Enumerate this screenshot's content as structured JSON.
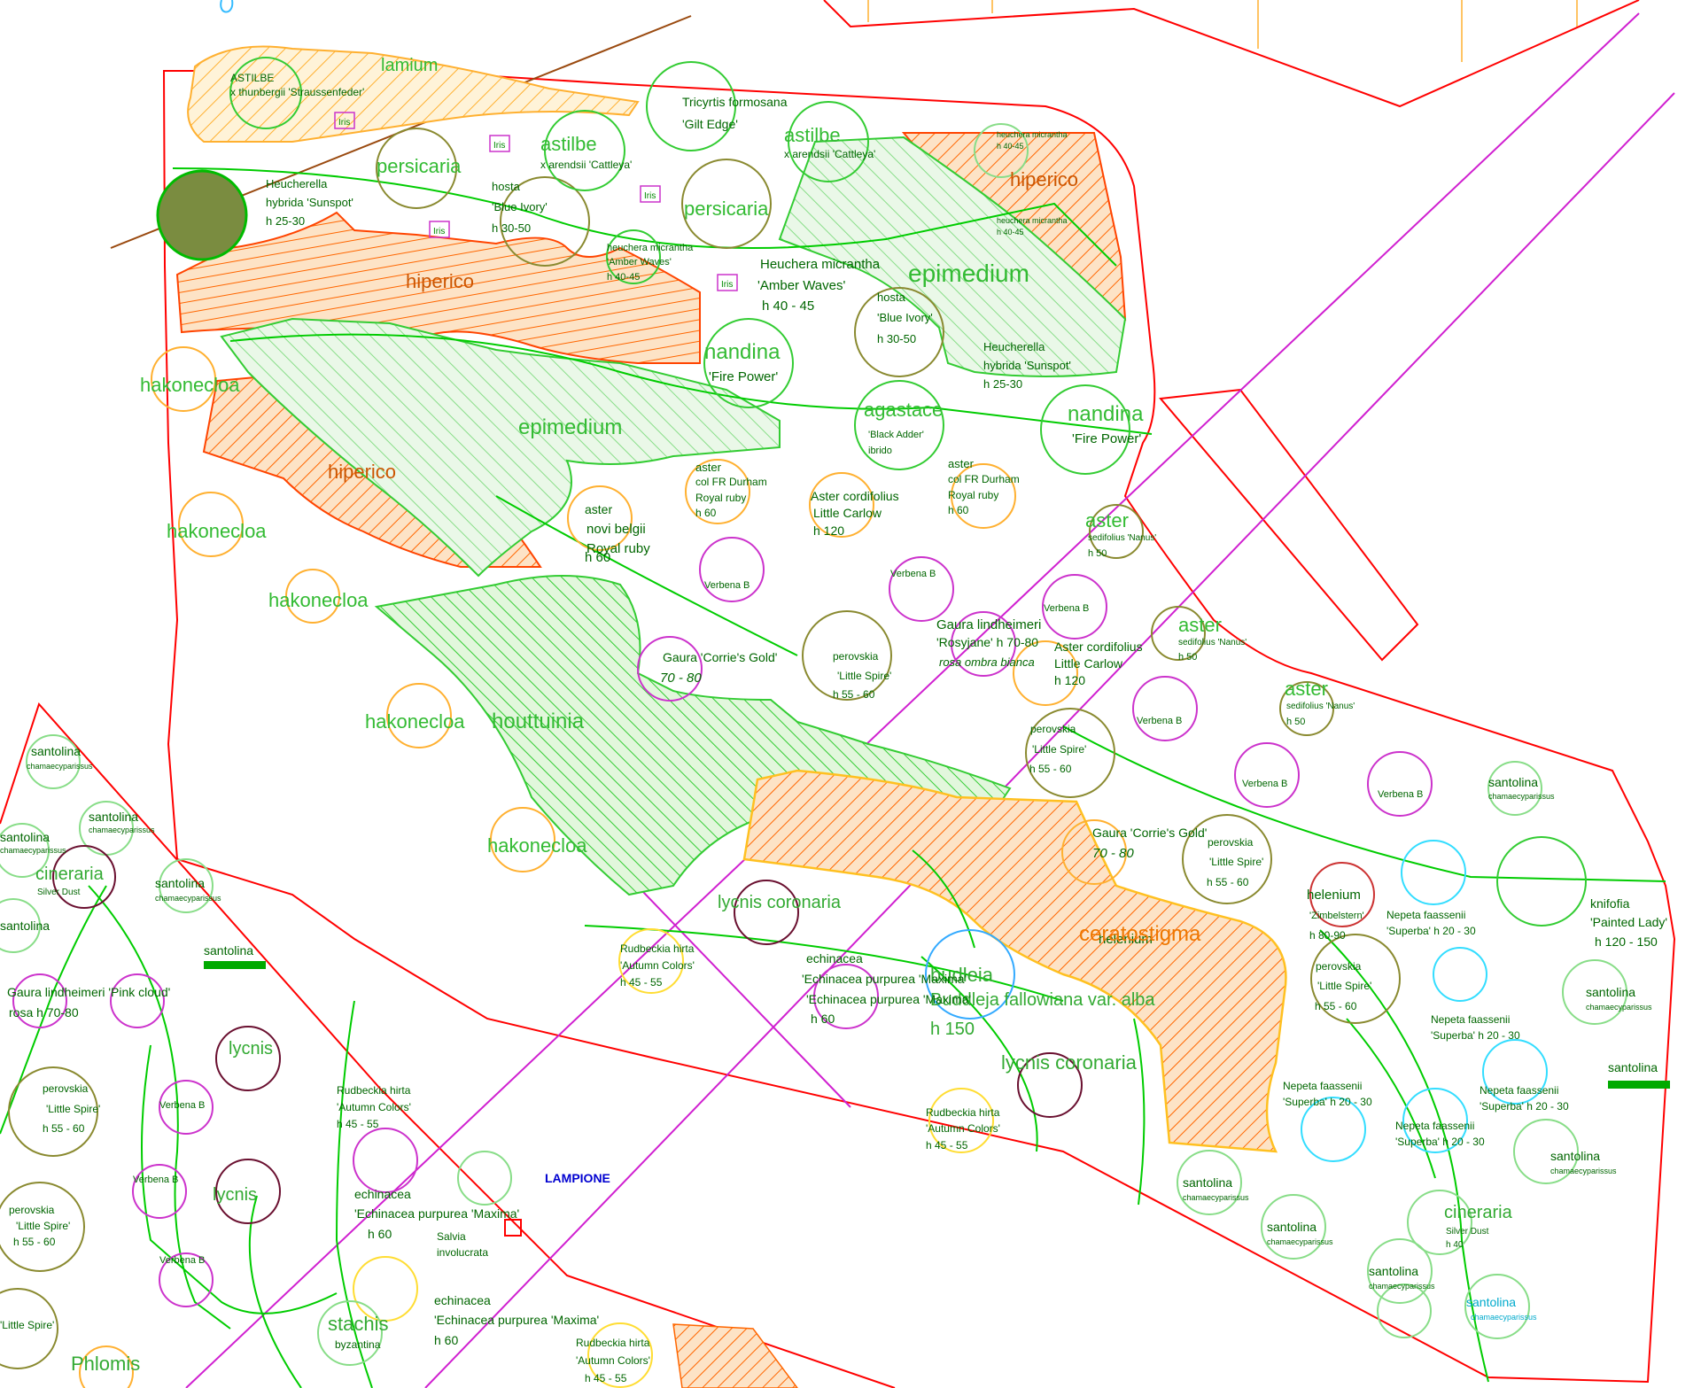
{
  "colors": {
    "border": "#ff0000",
    "path_magenta": "#d020d0",
    "green": "#00cc00",
    "orange": "#ff6600",
    "orange_light": "#ffb030",
    "olive": "#8a8a30",
    "dark_olive": "#7a8c40",
    "purple": "#6a1030",
    "cyan": "#00c8ff",
    "blue_text": "#0000d0",
    "pale_green": "#66dd66"
  },
  "labels": {
    "lamium": "lamium",
    "astilbe_thunbergii": "ASTILBE",
    "astilbe_thunbergii_2": "x thunbergii 'Straussenfeder'",
    "iris": "Iris",
    "astilbe": "astilbe",
    "astilbe_arendsii": "x arendsii 'Cattleya'",
    "persicaria": "persicaria",
    "heucherella": "Heucherella",
    "heucherella_2": "hybrida 'Sunspot'",
    "heucherella_3": "h 25-30",
    "hosta": "hosta",
    "hosta_2": "'Blue Ivory'",
    "hosta_3": "h 30-50",
    "tricyrtis": "Tricyrtis formosana",
    "tricyrtis_2": "'Gilt Edge'",
    "hiperico": "hiperico",
    "heuchera_small": "heuchera micrantha",
    "heuchera_small_2": "'Amber Waves'",
    "heuchera_small_3": "h 40-45",
    "heuchera": "Heuchera micrantha",
    "heuchera_2": "'Amber Waves'",
    "heuchera_3": "h 40 - 45",
    "epimedium": "epimedium",
    "nandina": "nandina",
    "fire_power": "'Fire Power'",
    "agastache": "agastace",
    "agastache_2": "'Black Adder'",
    "agastache_3": "ibrido",
    "hakonechloa": "hakonecloa",
    "aster": "aster",
    "aster_novi": "novi belgii",
    "aster_novi_2": "Royal ruby",
    "aster_novi_3": "h 60",
    "aster_col": "col FR Durham",
    "aster_col_2": "Royal ruby",
    "aster_col_3": "h 60",
    "aster_cordifolius": "Aster cordifolius",
    "aster_cordifolius_2": "Little Carlow",
    "aster_cordifolius_3": "h 120",
    "aster_sedifolius": "sedifolius 'Nanus'",
    "aster_h50": "h 50",
    "verbena": "Verbena B",
    "gaura_lind": "Gaura lindheimeri",
    "gaura_lind_2": "'Rosyjane' h 70-80",
    "gaura_lind_3": "rosa ombra bianca",
    "gaura_corries": "Gaura 'Corrie's Gold'",
    "gaura_corries_2": "70 - 80",
    "perovskia": "perovskia",
    "perovskia_2": "'Little Spire'",
    "perovskia_3": "h 55 - 60",
    "houttuinia": "houttuinia",
    "lychnis_coronaria": "lycnis coronaria",
    "lychnis": "lycnis",
    "santolina": "santolina",
    "santolina_sub": "chamaecyparissus",
    "cineraria": "cineraria",
    "cineraria_2": "Silver Dust",
    "cineraria_3": "h 40",
    "helenium": "helenium",
    "helenium_2": "'Zimbelstern'",
    "helenium_3": "h 80-90",
    "nepeta": "Nepeta faassenii",
    "nepeta_2": "'Superba' h 20 - 30",
    "kniphofia": "knifofia",
    "kniphofia_2": "'Painted Lady'",
    "kniphofia_3": "h 120 - 150",
    "ceratostigma": "ceratostigma",
    "buddleja": "budleia",
    "buddleja_2": "Buddleja fallowiana var. alba",
    "buddleja_3": "h 150",
    "echinacea": "echinacea",
    "echinacea_2": "'Echinacea purpurea 'Maxima'",
    "echinacea_3": "h 60",
    "rudbeckia": "Rudbeckia hirta",
    "rudbeckia_2": "'Autumn Colors'",
    "rudbeckia_3": "h 45 - 55",
    "gaura_pink": "Gaura lindheimeri 'Pink cloud'",
    "gaura_pink_2": "rosa h 70-80",
    "salvia": "Salvia",
    "salvia_2": "involucrata",
    "stachis": "stachis",
    "stachis_2": "byzantina",
    "phlomis": "Phlomis",
    "lampione": "LAMPIONE"
  }
}
